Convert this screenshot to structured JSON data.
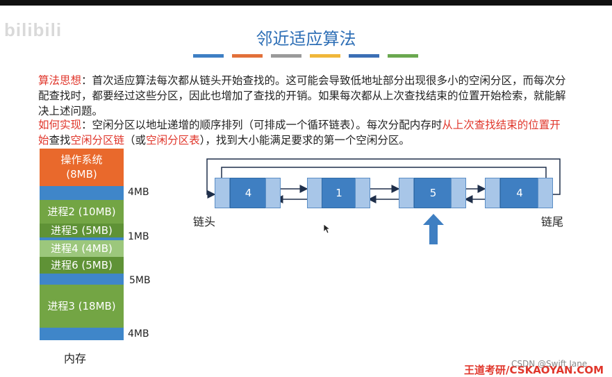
{
  "header": {
    "brand": "bilibili",
    "title": "邻近适应算法",
    "stripe_colors": [
      "#3e7fc4",
      "#e2703a",
      "#9a9a9a",
      "#f0b73a",
      "#3b6fb5",
      "#6aa84f"
    ]
  },
  "text": {
    "p1_label": "算法思想",
    "p1_body": "：首次适应算法每次都从链头开始查找的。这可能会导致低地址部分出现很多小的空闲分区，而每次分配查找时，都要经过这些分区，因此也增加了查找的开销。如果每次都从上次查找结束的位置开始检索，就能解决上述问题。",
    "p2_label": "如何实现",
    "p2_a": "：空闲分区以地址递增的顺序排列（可排成一个循环链表）。每次分配内存时",
    "p2_b": "从上次查找结束的位置开始",
    "p2_c": "查找",
    "p2_d": "空闲分区链",
    "p2_e": "（或",
    "p2_f": "空闲分区表",
    "p2_g": "），找到大小能满足要求的第一个空闲分区。"
  },
  "memory": {
    "os_line1": "操作系统",
    "os_line2": "(8MB)",
    "p2": "进程2 (10MB)",
    "p5": "进程5 (5MB)",
    "p4": "进程4 (4MB)",
    "p6": "进程6 (5MB)",
    "p3": "进程3 (18MB)",
    "free_sizes": [
      "4MB",
      "1MB",
      "5MB",
      "4MB"
    ],
    "label": "内存"
  },
  "linked_list": {
    "nodes": [
      "4",
      "1",
      "5",
      "4"
    ],
    "head_label": "链头",
    "tail_label": "链尾",
    "current_index": 2
  },
  "footer": {
    "site": "王道考研/CSKAOYAN.COM",
    "watermark": "CSDN @Swift Jane"
  }
}
